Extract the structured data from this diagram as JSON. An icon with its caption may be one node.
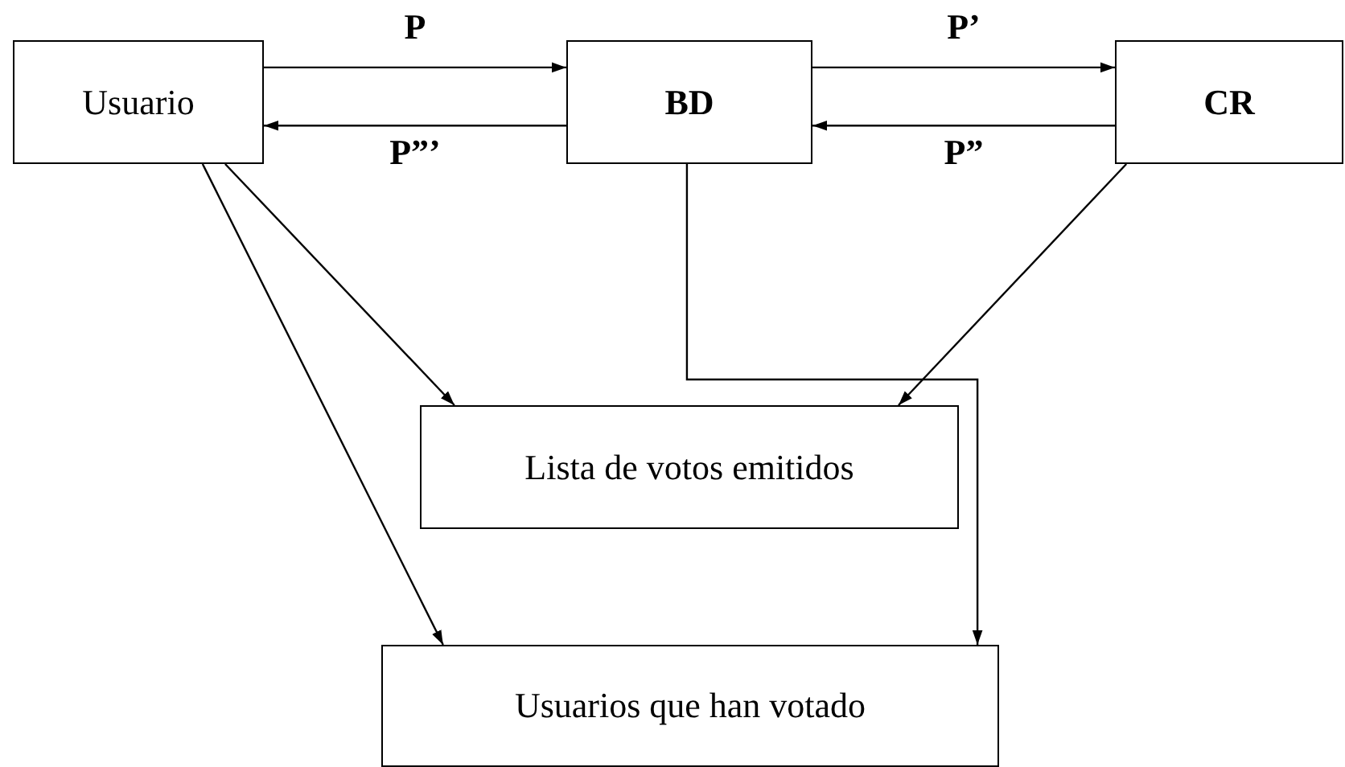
{
  "diagram": {
    "nodes": [
      {
        "text": [
          "Usuario"
        ]
      },
      {
        "text": [
          "BD"
        ]
      },
      {
        "text": [
          "CR"
        ]
      },
      {
        "text": [
          "Lista de votos emitidos"
        ]
      },
      {
        "text": [
          "Usuarios que han votado"
        ]
      }
    ],
    "edges": [
      {
        "from": 0,
        "to": 1,
        "arrow": "to",
        "label": "P"
      },
      {
        "from": 1,
        "to": 0,
        "arrow": "to",
        "label": "P”’"
      },
      {
        "from": 1,
        "to": 2,
        "arrow": "to",
        "label": "P’"
      },
      {
        "from": 2,
        "to": 1,
        "arrow": "to",
        "label": "P”"
      },
      {
        "from": 0,
        "to": 3,
        "arrow": "to"
      },
      {
        "from": 2,
        "to": 3,
        "arrow": "to"
      },
      {
        "from": 0,
        "to": 4,
        "arrow": "to"
      },
      {
        "from": 1,
        "to": 4,
        "arrow": "to"
      }
    ]
  }
}
